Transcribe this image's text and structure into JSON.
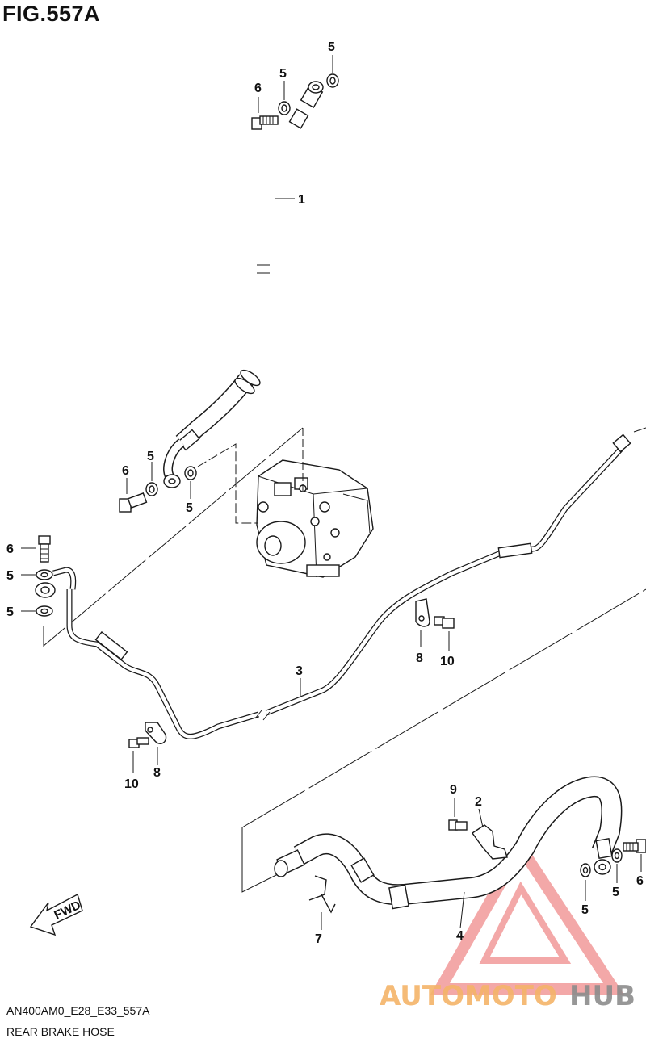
{
  "figure": {
    "title": "FIG.557A",
    "code": "AN400AM0_E28_E33_557A",
    "caption": "REAR BRAKE HOSE",
    "direction_label": "FWD"
  },
  "callouts": {
    "c1": "1",
    "c2": "2",
    "c3": "3",
    "c4": "4",
    "c5a": "5",
    "c5b": "5",
    "c5c": "5",
    "c5d": "5",
    "c5e": "5",
    "c5f": "5",
    "c5g": "5",
    "c5h": "5",
    "c6a": "6",
    "c6b": "6",
    "c6c": "6",
    "c6d": "6",
    "c7": "7",
    "c8a": "8",
    "c8b": "8",
    "c9": "9",
    "c10a": "10",
    "c10b": "10"
  },
  "watermark": {
    "part1": "AUTOMOTO",
    "part2": "HUB",
    "color_primary": "#f08c8c",
    "color_secondary": "#8c8c8c",
    "color_accent": "#f5b469"
  },
  "colors": {
    "line": "#1a1a1a",
    "fill": "#ffffff"
  }
}
